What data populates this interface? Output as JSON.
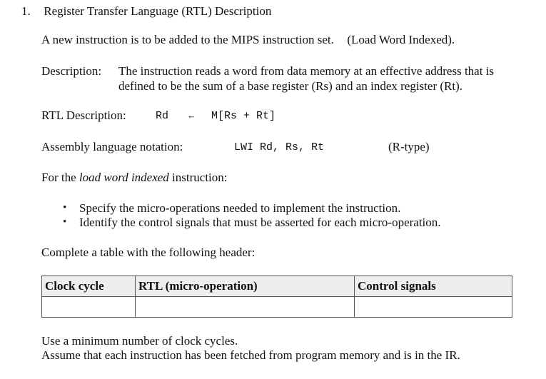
{
  "heading": {
    "number": "1.",
    "title": "Register Transfer Language (RTL) Description"
  },
  "intro": {
    "text": "A new instruction is to be added to the MIPS instruction set.",
    "note": "(Load Word Indexed)."
  },
  "description": {
    "label": "Description:",
    "line1": "The instruction reads a word from data memory at an effective address that is",
    "line2": "defined to be the sum of a base register (Rs) and an index register (Rt)."
  },
  "rtl": {
    "label": "RTL Description:",
    "dest": "Rd",
    "arrow": "←",
    "source": "M[Rs + Rt]"
  },
  "assembly": {
    "label": "Assembly language notation:",
    "code": "LWI Rd, Rs, Rt",
    "type": "(R-type)"
  },
  "for_the": {
    "prefix": "For the",
    "italic": "load word indexed",
    "suffix": "instruction:"
  },
  "tasks": [
    "Specify the micro-operations needed to implement the instruction.",
    "Identify the control signals that must be asserted for each micro-operation."
  ],
  "table_intro": "Complete a table with the following header:",
  "table": {
    "headers": [
      "Clock cycle",
      "RTL (micro-operation)",
      "Control signals"
    ],
    "rows": [
      [
        "",
        "",
        ""
      ]
    ]
  },
  "footer": {
    "line1": "Use a minimum number of clock cycles.",
    "line2": "Assume that each instruction has been fetched from program memory and is in the IR."
  }
}
